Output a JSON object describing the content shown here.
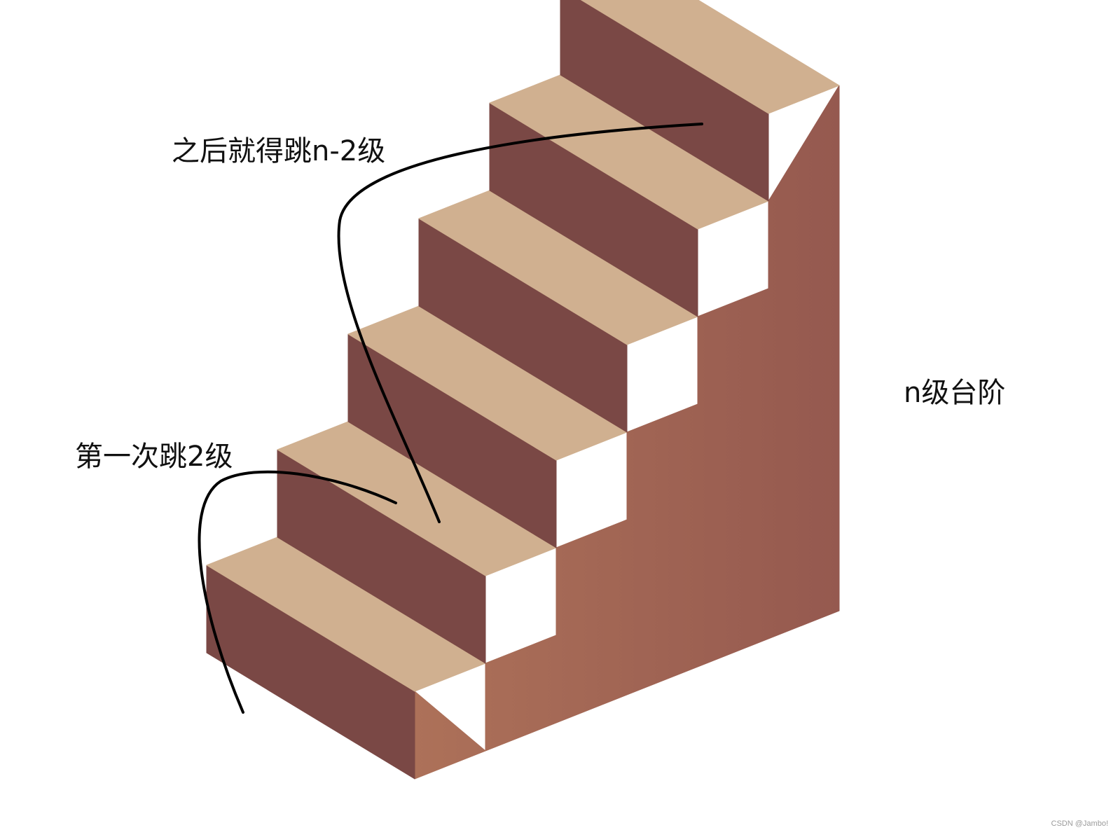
{
  "annotations": {
    "after_jump": "之后就得跳n-2级",
    "first_jump": "第一次跳2级",
    "n_steps": "n级台阶"
  },
  "watermark": "CSDN @Jambo!",
  "colors": {
    "tread": "#d0b090",
    "riser": "#7a4845",
    "side_light": "#ad7159",
    "side_dark": "#95594f",
    "arrow": "#000000",
    "background": "#ffffff"
  },
  "figure": {
    "step_count": 6
  }
}
